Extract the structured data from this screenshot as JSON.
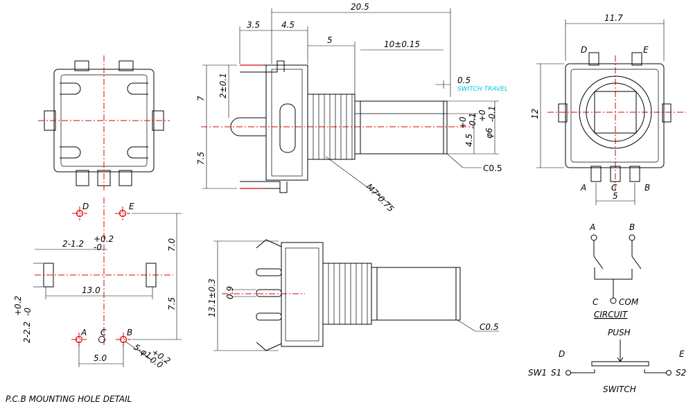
{
  "dims": {
    "overall_length": "20.5",
    "d35": "3.5",
    "d45": "4.5",
    "d5_top": "5",
    "shaft_len": "10±0.15",
    "switch_travel_val": "0.5",
    "switch_travel_label": "SWITCH TRAVEL",
    "left_7": "7",
    "left_75": "7.5",
    "pin_2": "2±0.1",
    "shaft_45": "4.5",
    "shaft_45_tol_top": "+0",
    "shaft_45_tol_bot": "-0.1",
    "shaft_phi6": "φ6",
    "shaft_phi6_tol_top": "+0",
    "shaft_phi6_tol_bot": "-0.1",
    "chamfer_side": "C0.5",
    "thread": "M7*0.75",
    "width_117": "11.7",
    "height_12": "12",
    "pin_pitch_5": "5",
    "d131": "13.1±0.3",
    "d09": "0.9",
    "chamfer_bottom": "C0.5"
  },
  "pins": {
    "A": "A",
    "B": "B",
    "C": "C",
    "D": "D",
    "E": "E"
  },
  "pcb": {
    "hole_2": "2-1.2",
    "hole_2_tol_top": "+0.2",
    "hole_2_tol_bot": "-0",
    "slot_2": "2-2.2",
    "slot_2_tol_top": "+0.2",
    "slot_2_tol_bot": "-0",
    "width_130": "13.0",
    "h_70": "7.0",
    "h_75": "7.5",
    "pitch_50": "5.0",
    "hole_5": "5-φ1",
    "hole_5_tol_top": "+0.2",
    "hole_5_tol_bot": "-0.0",
    "title": "P.C.B  MOUNTING  HOLE  DETAIL"
  },
  "circuit": {
    "a": "A",
    "b": "B",
    "c": "C",
    "com": "COM",
    "title": "CIRCUIT"
  },
  "switch": {
    "push": "PUSH",
    "d": "D",
    "e": "E",
    "sw1": "SW1",
    "s1": "S1",
    "s2": "S2",
    "title": "SWITCH"
  }
}
